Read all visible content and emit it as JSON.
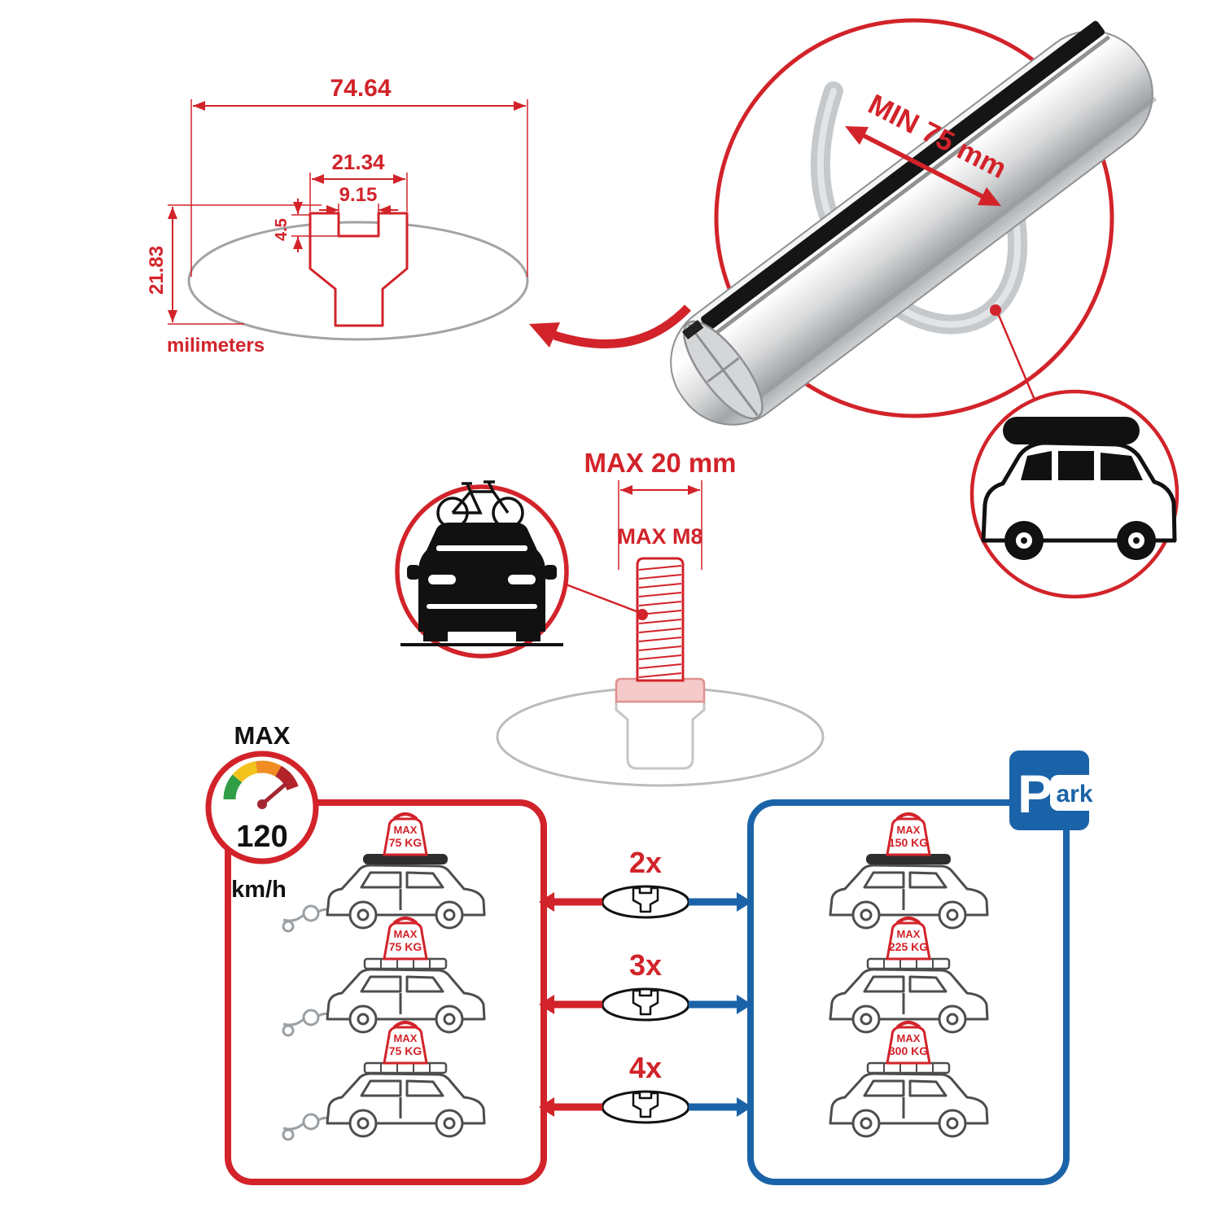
{
  "colors": {
    "red": "#d2232a",
    "blue": "#1b63a8"
  },
  "cross_section": {
    "outer_width": "74.64",
    "channel_width": "21.34",
    "slot_width": "9.15",
    "lip_depth": "4.5",
    "height": "21.83",
    "units_label": "milimeters"
  },
  "bar_detail": {
    "min_span_label": "MIN 75 mm"
  },
  "bolt": {
    "max_width_label": "MAX 20 mm",
    "max_thread_label": "MAX M8"
  },
  "speedometer": {
    "max_label": "MAX",
    "value": "120",
    "units": "km/h"
  },
  "park_sign": {
    "letter": "P",
    "rest": "ark"
  },
  "kits": [
    {
      "qty": "2x",
      "drive_max": "MAX",
      "drive_kg": "75 KG",
      "park_max": "MAX",
      "park_kg": "150 KG"
    },
    {
      "qty": "3x",
      "drive_max": "MAX",
      "drive_kg": "75 KG",
      "park_max": "MAX",
      "park_kg": "225 KG"
    },
    {
      "qty": "4x",
      "drive_max": "MAX",
      "drive_kg": "75 KG",
      "park_max": "MAX",
      "park_kg": "300 KG"
    }
  ]
}
